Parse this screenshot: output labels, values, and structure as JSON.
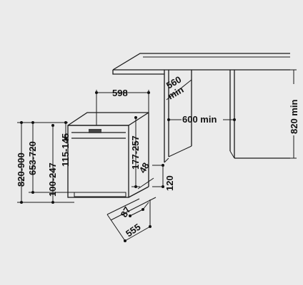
{
  "dimensions": {
    "width_598": "598",
    "depth_560_min_a": "560",
    "depth_560_min_b": "min",
    "niche_width": "600 min",
    "niche_height": "820 min",
    "total_height": "820-900",
    "body_height": "653-720",
    "plinth_height": "100-247",
    "top_gap": "115-145",
    "door_height": "177-257",
    "plinth_depth": "48",
    "foot_height": "120",
    "foot_depth": "87",
    "total_depth": "555"
  }
}
